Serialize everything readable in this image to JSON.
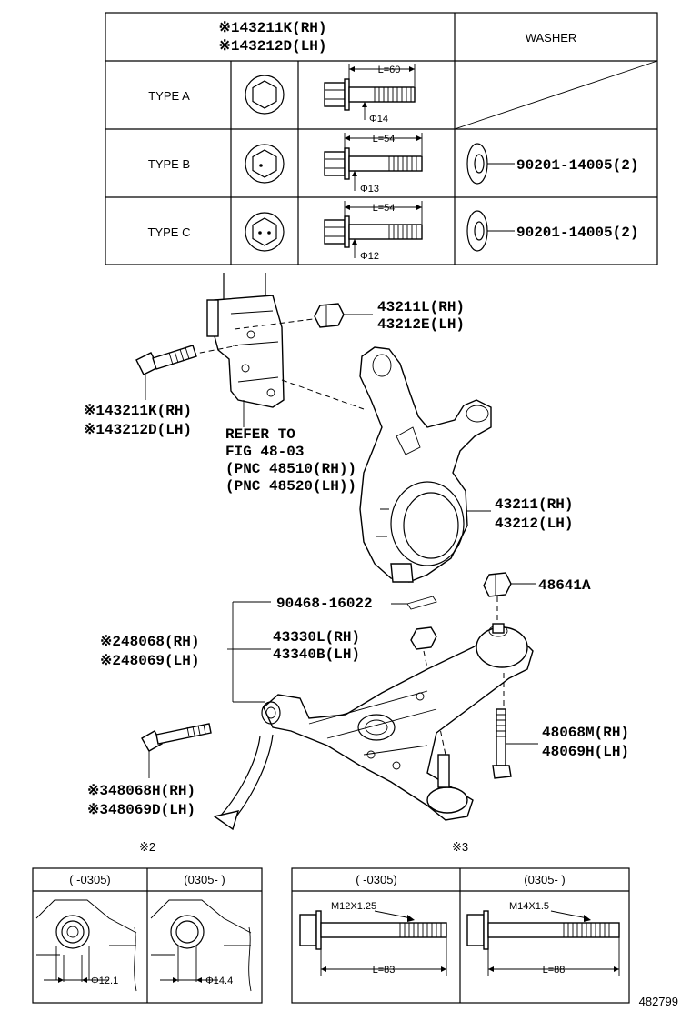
{
  "table": {
    "header_bolt_rh": "※143211K(RH)",
    "header_bolt_lh": "※143212D(LH)",
    "header_washer": "WASHER",
    "rows": [
      {
        "type": "TYPE A",
        "length": "L=60",
        "diameter": "Φ14",
        "washer": ""
      },
      {
        "type": "TYPE B",
        "length": "L=54",
        "diameter": "Φ13",
        "washer": "90201-14005(2)"
      },
      {
        "type": "TYPE C",
        "length": "L=54",
        "diameter": "Φ12",
        "washer": "90201-14005(2)"
      }
    ]
  },
  "labels": {
    "nut_rh": "43211L(RH)",
    "nut_lh": "43212E(LH)",
    "bolt_rh": "※143211K(RH)",
    "bolt_lh": "※143212D(LH)",
    "refer_1": "REFER TO",
    "refer_2": "FIG 48-03",
    "refer_3": "(PNC 48510(RH))",
    "refer_4": "(PNC 48520(LH))",
    "knuckle_rh": "43211(RH)",
    "knuckle_lh": "43212(LH)",
    "nut_48641": "48641A",
    "cotter_pin": "90468-16022",
    "balljoint_rh": "43330L(RH)",
    "balljoint_lh": "43340B(LH)",
    "arm_rh": "※248068(RH)",
    "arm_lh": "※248069(LH)",
    "bolt_rear_rh": "48068M(RH)",
    "bolt_rear_lh": "48069H(LH)",
    "bolt_front_rh": "※348068H(RH)",
    "bolt_front_lh": "※348069D(LH)"
  },
  "detail2": {
    "marker": "※2",
    "col1": "(     -0305)",
    "col2": "(0305-     )",
    "dim1": "Φ12.1",
    "dim2": "Φ14.4"
  },
  "detail3": {
    "marker": "※3",
    "col1": "(     -0305)",
    "col2": "(0305-     )",
    "thread1": "M12X1.25",
    "thread2": "M14X1.5",
    "len1": "L=83",
    "len2": "L=88"
  },
  "figure_number": "482799"
}
